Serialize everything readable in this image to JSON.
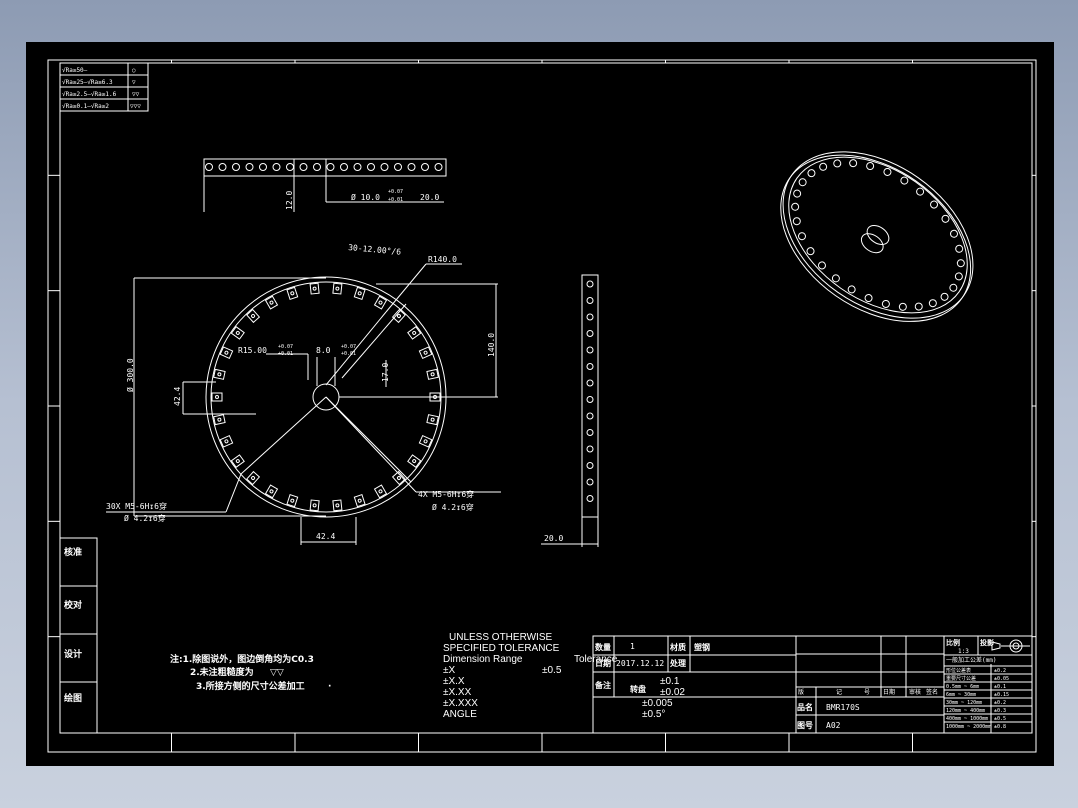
{
  "surface_table": {
    "rows": [
      {
        "text": "√Ra≥50—",
        "mark": "○"
      },
      {
        "text": "√Ra≥25—√Ra≥6.3",
        "mark": "▽"
      },
      {
        "text": "√Ra≥2.5—√Ra≥1.6",
        "mark": "▽▽"
      },
      {
        "text": "√Ra≥0.1—√Ra≥2",
        "mark": "▽▽▽"
      }
    ]
  },
  "dimensions": {
    "hole_callout": "Ø 10.0",
    "hole_tol_upper": "+0.07",
    "hole_tol_lower": "+0.01",
    "hole_depth": "20.0",
    "side_height": "12.0",
    "pattern_angle": "30-12.00°/6",
    "outer_radius": "R140.0",
    "diameter": "Ø 300.0",
    "center_radius": "R15.00",
    "center_tol_upper": "+0.07",
    "center_tol_lower": "+0.01",
    "key_width": "8.0",
    "key_tol_upper": "+0.07",
    "key_tol_lower": "+0.01",
    "key_depth": "17.0",
    "height_140": "140.0",
    "offset_42_v": "42.4",
    "offset_42_h": "42.4",
    "thread_30": "30X M5-6H↧6穿",
    "thread_30_sub": "Ø 4.2↧6穿",
    "thread_4": "4X M5-6H↧6穿",
    "thread_4_sub": "Ø 4.2↧6穿",
    "thickness": "20.0"
  },
  "notes": {
    "line1": "注:1.除图说外，图边倒角均为C0.3",
    "line2": "2.未注粗糙度为",
    "line2_mark": "▽▽",
    "line3": "3.所接方侧的尺寸公差加工"
  },
  "tolerance": {
    "l1": "UNLESS OTHERWISE",
    "l2": "SPECIFIED TOLERANCE",
    "l3": "Dimension Range",
    "l3b": "Tolerance",
    "r1": "±X",
    "v1": "±0.5",
    "r2": "±X.X",
    "v2": "±0.1",
    "r3": "±X.XX",
    "v3": "±0.02",
    "r4": "±X.XXX",
    "v4": "±0.005",
    "r5": "ANGLE",
    "v5": "±0.5°"
  },
  "left_strip": {
    "items": [
      "核准",
      "校对",
      "设计",
      "绘图"
    ]
  },
  "title_block": {
    "qty_label": "数量",
    "qty": "1",
    "material_label": "材质",
    "material": "塑钢",
    "date_label": "日期",
    "date": "2017.12.12",
    "treatment_label": "处理",
    "remark_label": "备注",
    "turntable_label": "转盘",
    "name_label": "品名",
    "name": "BMR170S",
    "drawing_no_label": "图号",
    "drawing_no": "A02",
    "scale_label": "比例",
    "scale": "1:3",
    "projection_label": "投影",
    "header_cols": [
      "版",
      "记",
      "号",
      "日期",
      "审核",
      "签名"
    ],
    "general_tol_title": "一般加工公差(mm)",
    "general_rows": [
      {
        "range": "形位公差表",
        "val": "±0.2"
      },
      {
        "range": "重要尺寸公差",
        "val": "±0.05"
      },
      {
        "range": "0.5mm ~ 6mm",
        "val": "±0.1"
      },
      {
        "range": "6mm ~ 30mm",
        "val": "±0.15"
      },
      {
        "range": "30mm ~ 120mm",
        "val": "±0.2"
      },
      {
        "range": "120mm ~ 400mm",
        "val": "±0.3"
      },
      {
        "range": "400mm ~ 1000mm",
        "val": "±0.5"
      },
      {
        "range": "1000mm ~ 2000mm",
        "val": "±0.8"
      }
    ]
  }
}
